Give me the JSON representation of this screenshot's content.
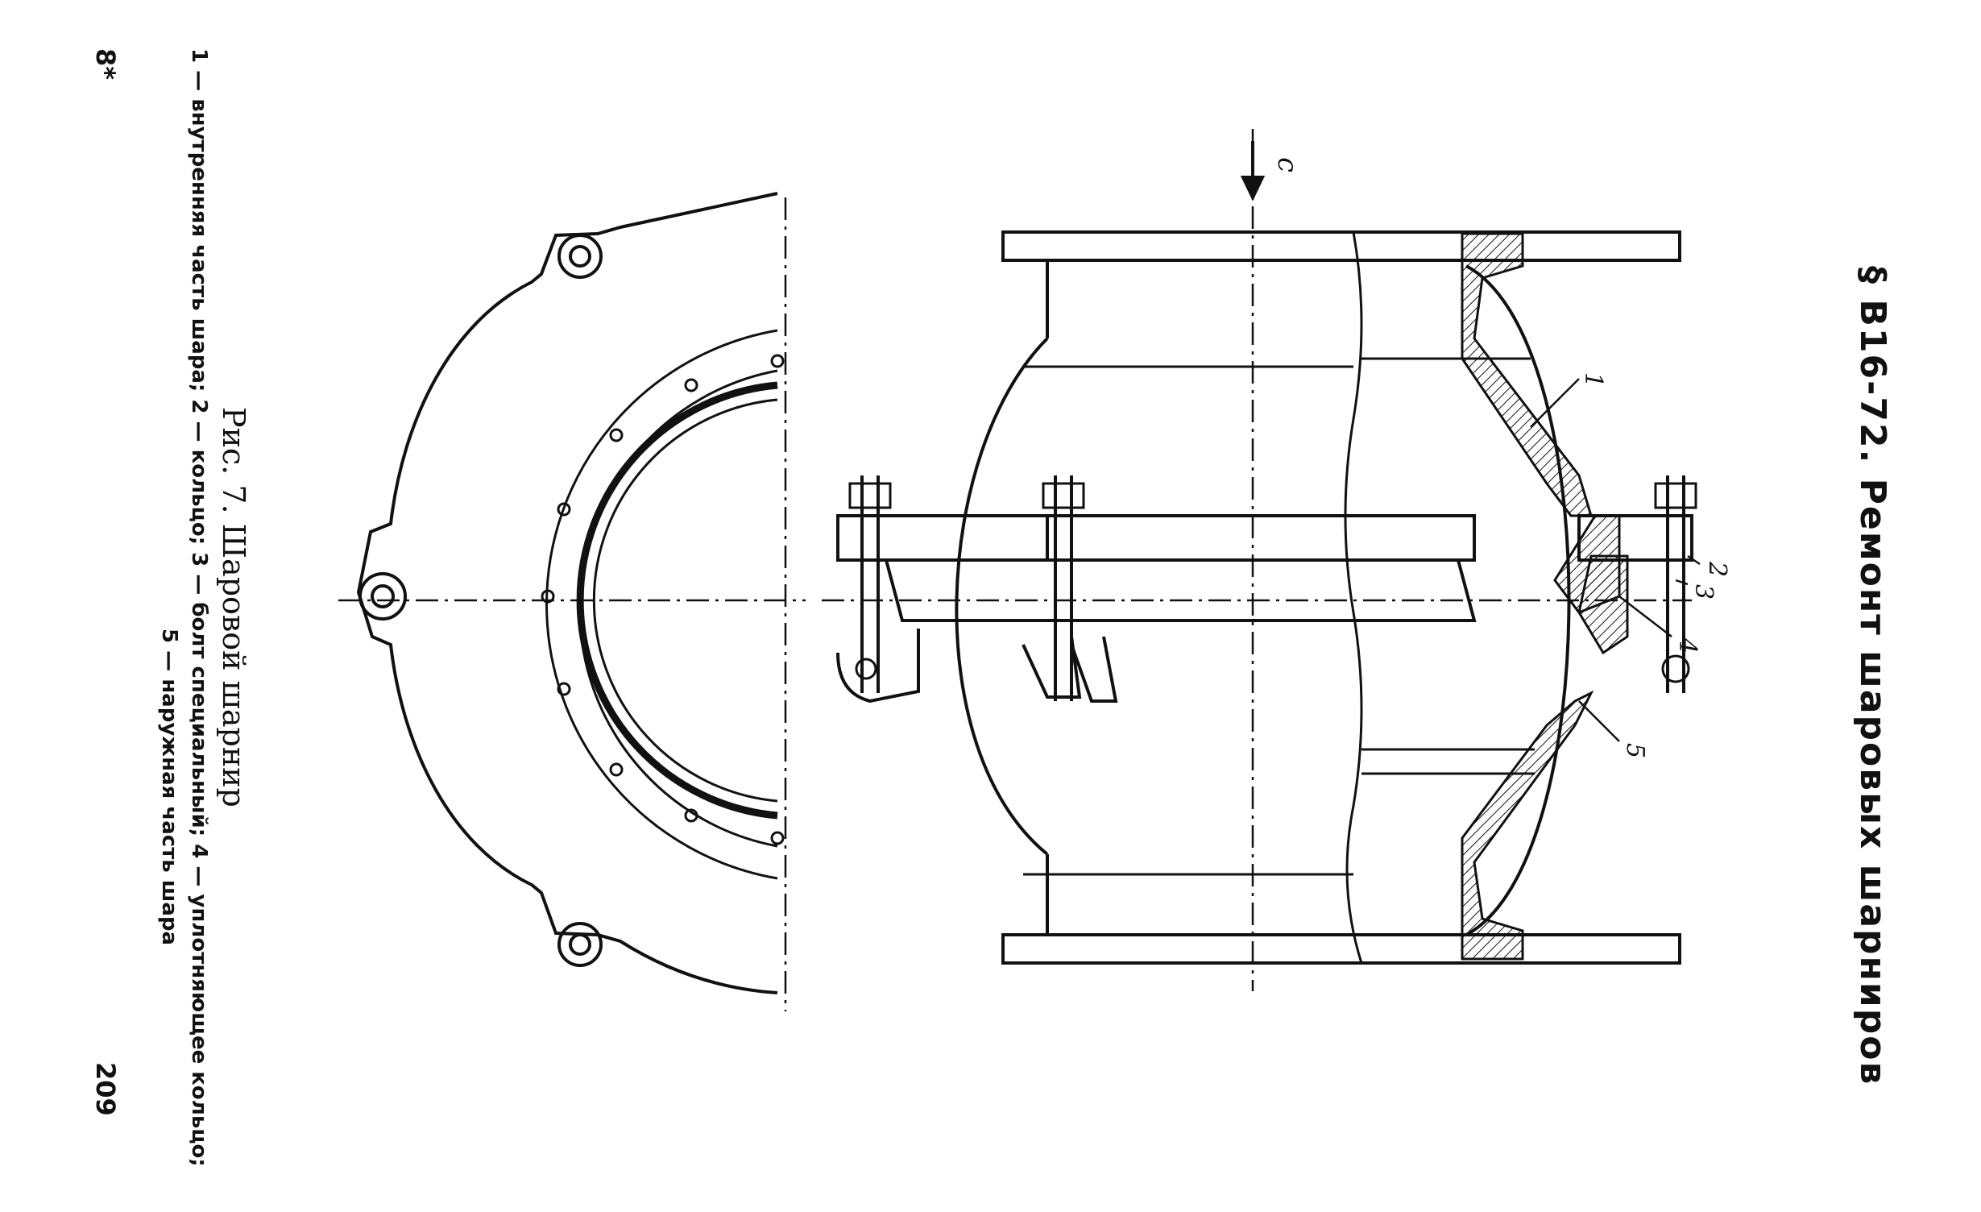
{
  "section_title": "§ В16-72. Ремонт шаровых шарниров",
  "figure": {
    "caption": "Рис. 7. Шаровой шарнир",
    "legend_line1": "1 — внутренняя часть шара; 2 — кольцо; 3 — болт специальный; 4 — уплотняющее кольцо;",
    "legend_line2": "5 — наружная часть шара",
    "flow_label": "с",
    "callouts": [
      "1",
      "2",
      "3",
      "4",
      "5"
    ]
  },
  "page_number": "209",
  "signature_mark": "8*"
}
